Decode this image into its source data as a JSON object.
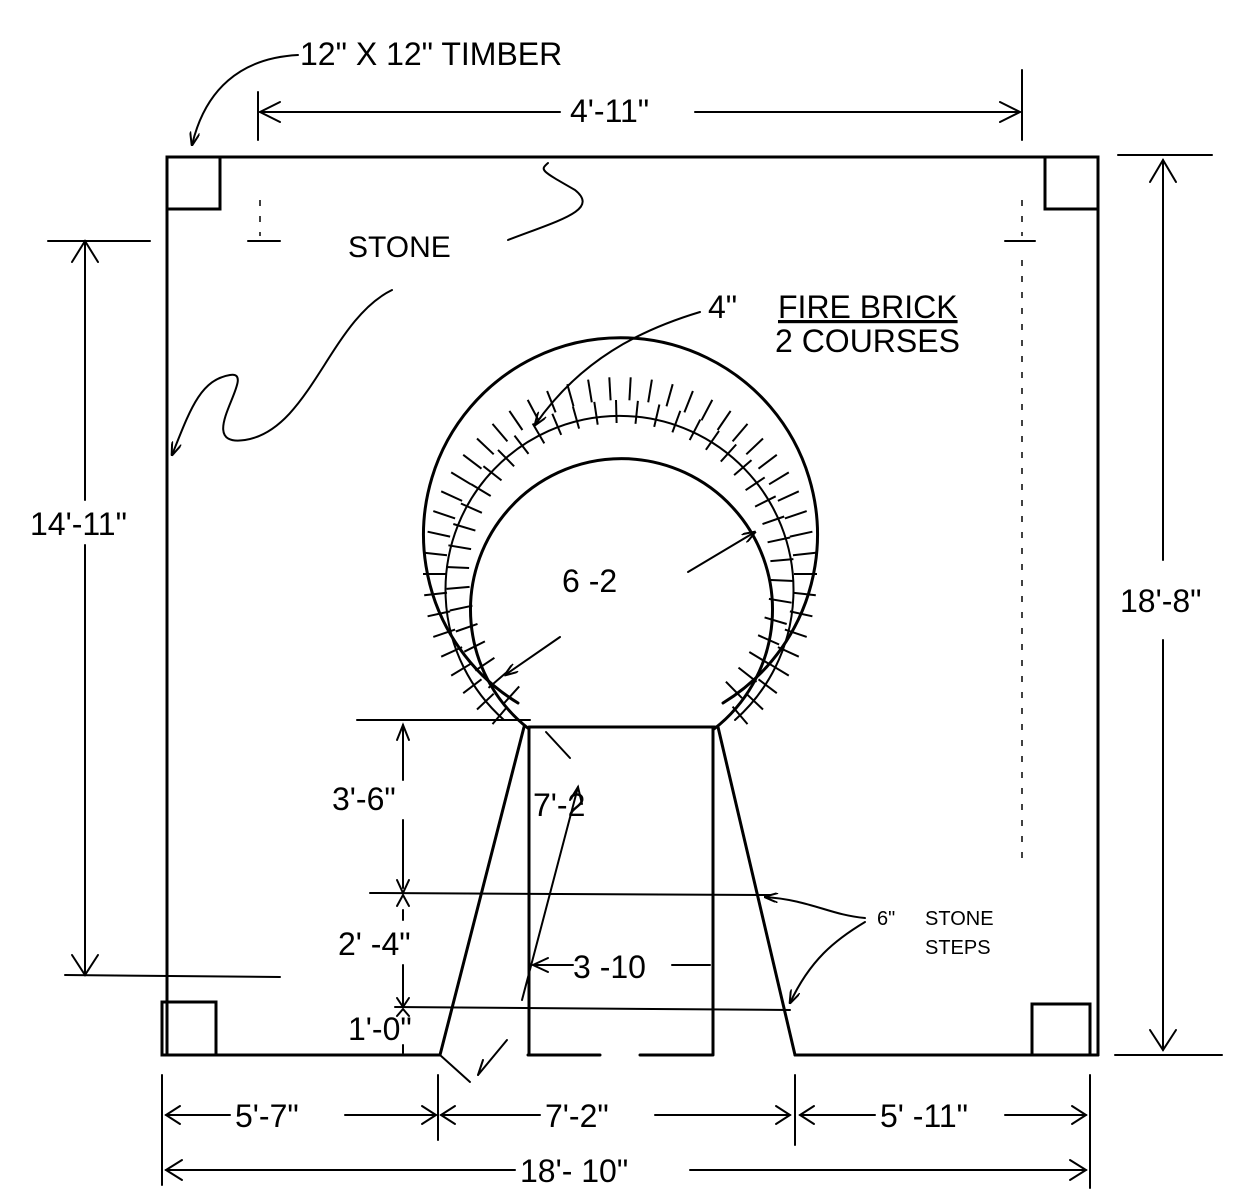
{
  "labels": {
    "timber": "12\" X 12\" TIMBER",
    "stone": "STONE",
    "fire_brick_thickness": "4\"",
    "fire_brick_line1": "FIRE BRICK",
    "fire_brick_line2": "2 COURSES",
    "stone_steps_thickness": "6\"",
    "stone_steps_line1": "STONE",
    "stone_steps_line2": "STEPS"
  },
  "dimensions": {
    "top_span": "4'-11\"",
    "left_height": "14'-11\"",
    "right_height": "18'-8\"",
    "kiln_radius": "6 -2",
    "step_upper": "3'-6\"",
    "step_middle": "2' -4\"",
    "step_lower": "1'-0\"",
    "ramp_length": "7'-2",
    "door_width": "3 -10",
    "bottom_left": "5'-7\"",
    "bottom_middle": "7'-2\"",
    "bottom_right": "5' -11\"",
    "overall_width": "18'- 10\""
  },
  "brick_courses": 2
}
